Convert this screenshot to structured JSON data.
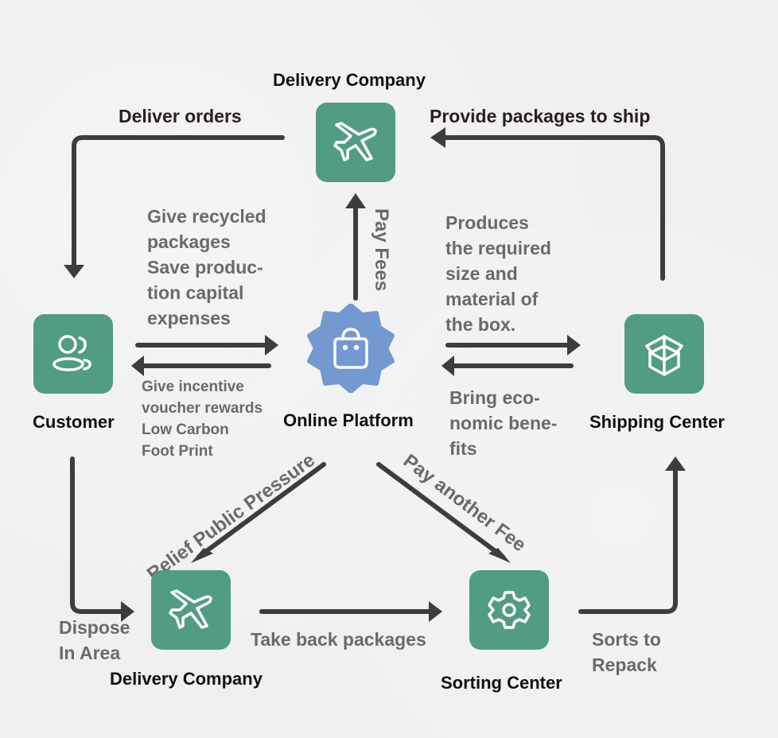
{
  "colors": {
    "background": "#efefef",
    "node_green": "#529c82",
    "hub_blue": "#7399d0",
    "arrow": "#3f3c3d",
    "text_grey": "#6b6a68",
    "text_black": "#111111"
  },
  "nodes": {
    "delivery_top": {
      "label": "Delivery Company",
      "icon": "airplane-icon"
    },
    "customer": {
      "label": "Customer",
      "icon": "users-icon"
    },
    "online_platform": {
      "label": "Online Platform",
      "icon": "shopping-bag-icon"
    },
    "shipping_center": {
      "label": "Shipping Center",
      "icon": "package-box-icon"
    },
    "delivery_bottom": {
      "label": "Delivery Company",
      "icon": "airplane-icon"
    },
    "sorting_center": {
      "label": "Sorting Center",
      "icon": "gear-icon"
    }
  },
  "edges": {
    "deliver_orders": "Deliver orders",
    "provide_packages": "Provide packages to ship",
    "pay_fees": "Pay  Fees",
    "give_recycled": "Give recycled\npackages\nSave produc-\ntion capital\nexpenses",
    "give_incentive": "Give incentive\nvoucher rewards\nLow Carbon\nFoot Print",
    "produces_box": "Produces\nthe required\nsize and\nmaterial of\nthe box.",
    "bring_benefits": "Bring eco-\nnomic bene-\nfits",
    "relief_pressure": "Relief Public Pressure",
    "pay_another_fee": "Pay another Fee",
    "dispose_in_area": "Dispose\nIn Area",
    "take_back": "Take back packages",
    "sorts_to_repack": "Sorts to\nRepack"
  }
}
